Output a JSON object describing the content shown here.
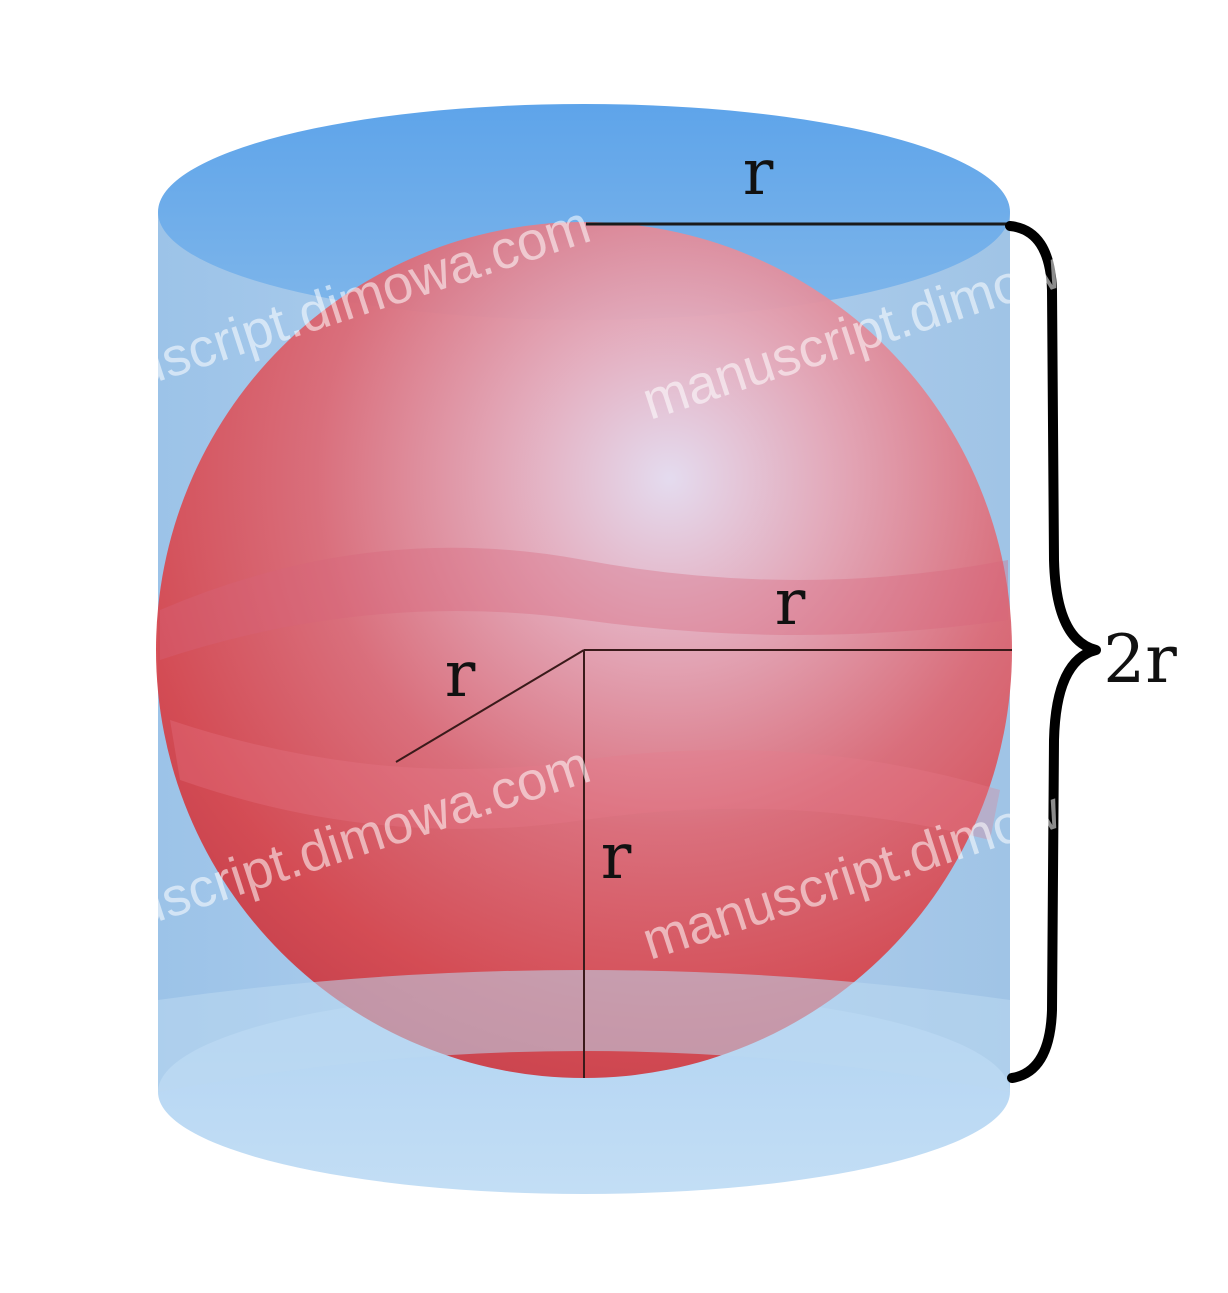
{
  "labels": {
    "top_radius": "r",
    "equator_radius": "r",
    "slant_radius": "r",
    "vertical_radius": "r",
    "height": "2r"
  },
  "watermark": {
    "text": "manuscript.dimowa.com",
    "partial_bottom_left": "a.com",
    "partial_bottom_right": "a.com"
  },
  "colors": {
    "cylinder_top": "#6aaae8",
    "cylinder_body": "#a9c9e6",
    "cylinder_bottom": "#b9d8f2",
    "sphere_red": "#d9454b",
    "sphere_pink": "#e98e9e",
    "line": "#1a1a1a"
  }
}
